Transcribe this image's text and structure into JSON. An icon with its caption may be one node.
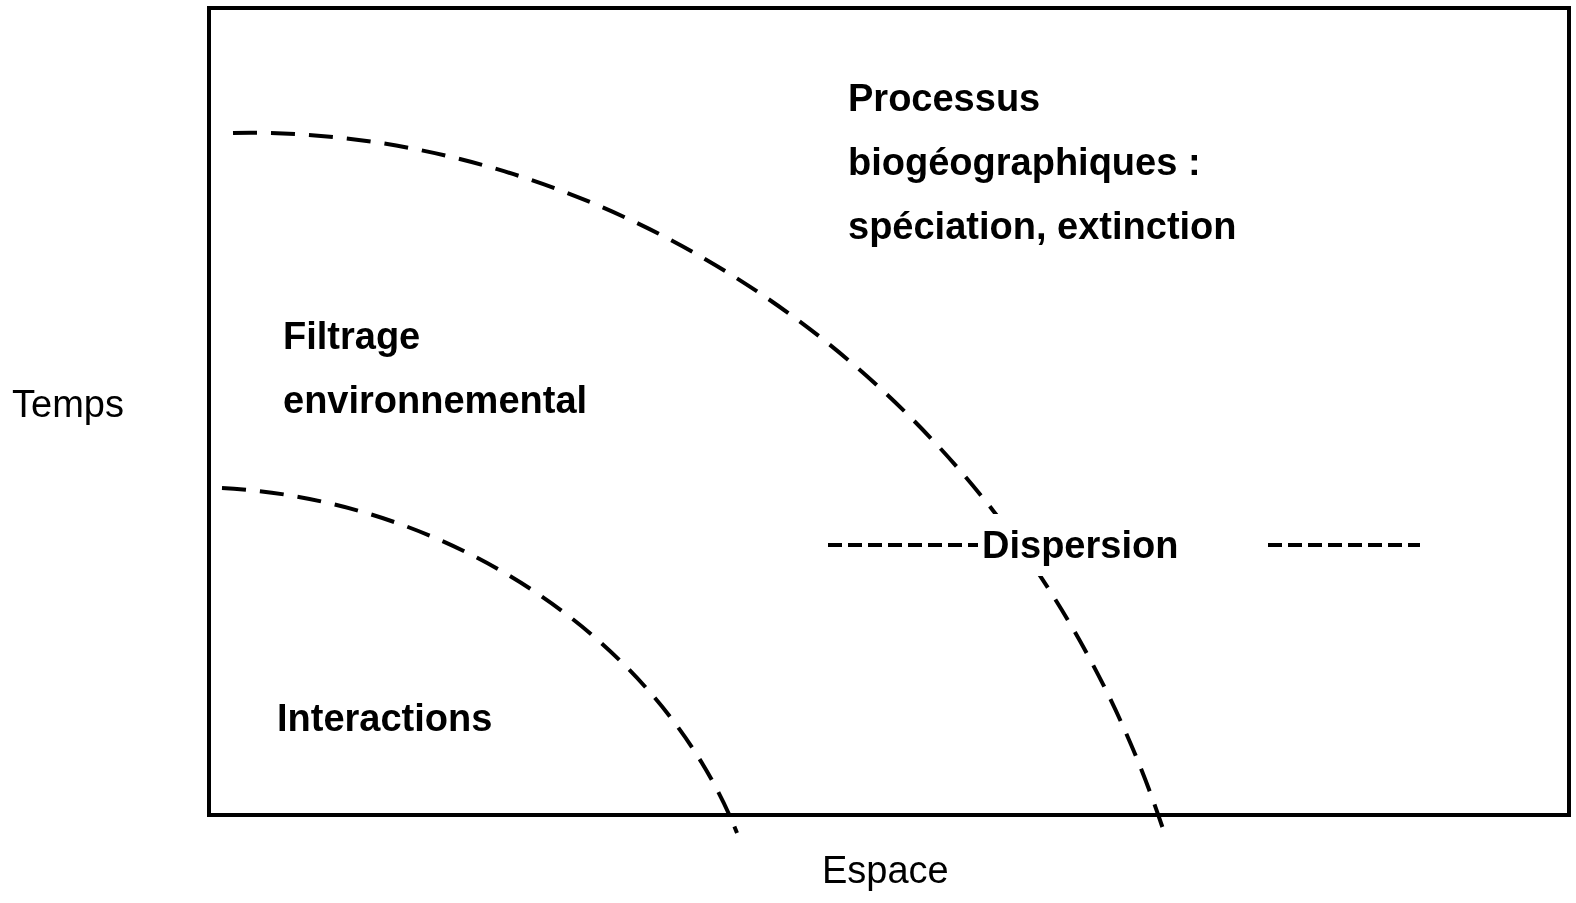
{
  "diagram": {
    "labels": [
      "Processus biogéographiques : spéciation, extinction",
      "Filtrage environnemental",
      "Temps",
      "Dispersion",
      "Interactions",
      "Espace"
    ]
  }
}
